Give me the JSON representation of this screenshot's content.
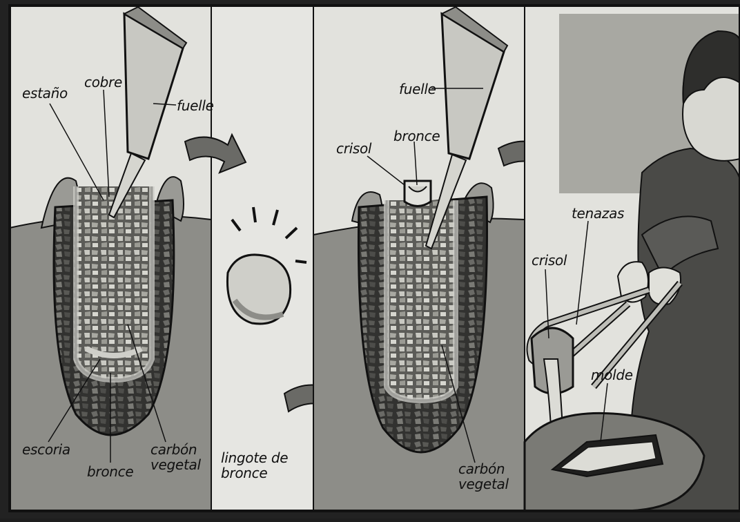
{
  "diagram": {
    "panel1": {
      "labels": {
        "estano": "estaño",
        "cobre": "cobre",
        "fuelle": "fuelle",
        "escoria": "escoria",
        "bronce": "bronce",
        "carbon_vegetal": "carbón vegetal"
      }
    },
    "panel2": {
      "labels": {
        "lingote": "lingote de bronce"
      }
    },
    "panel3": {
      "labels": {
        "fuelle": "fuelle",
        "bronce": "bronce",
        "crisol": "crisol",
        "carbon_vegetal": "carbón vegetal"
      }
    },
    "panel4": {
      "labels": {
        "tenazas": "tenazas",
        "crisol": "crisol",
        "molde": "molde"
      }
    }
  },
  "colors": {
    "panel_bg": "#e2e2dd",
    "ground": "#8d8d88",
    "dark_stone": "#3c3c3a",
    "outline": "#141414",
    "light_fill": "#cfcfc9"
  }
}
